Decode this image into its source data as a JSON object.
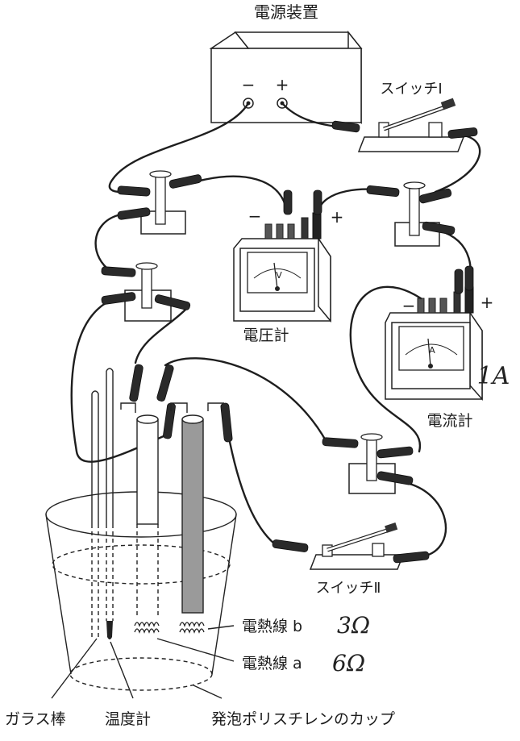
{
  "labels": {
    "power_supply": "電源装置",
    "minus": "−",
    "plus": "+",
    "switch1": "スイッチⅠ",
    "switch2": "スイッチⅡ",
    "voltmeter": "電圧計",
    "ammeter": "電流計",
    "heater_b": "電熱線 b",
    "heater_a": "電熱線 a",
    "glass_rod": "ガラス棒",
    "thermometer": "温度計",
    "cup": "発泡ポリスチレンのカップ"
  },
  "handwritten": {
    "ammeter_reading": "1A",
    "heater_b_value": "3Ω",
    "heater_a_value": "6Ω"
  },
  "meter_symbols": {
    "voltmeter": "V",
    "ammeter": "A"
  }
}
